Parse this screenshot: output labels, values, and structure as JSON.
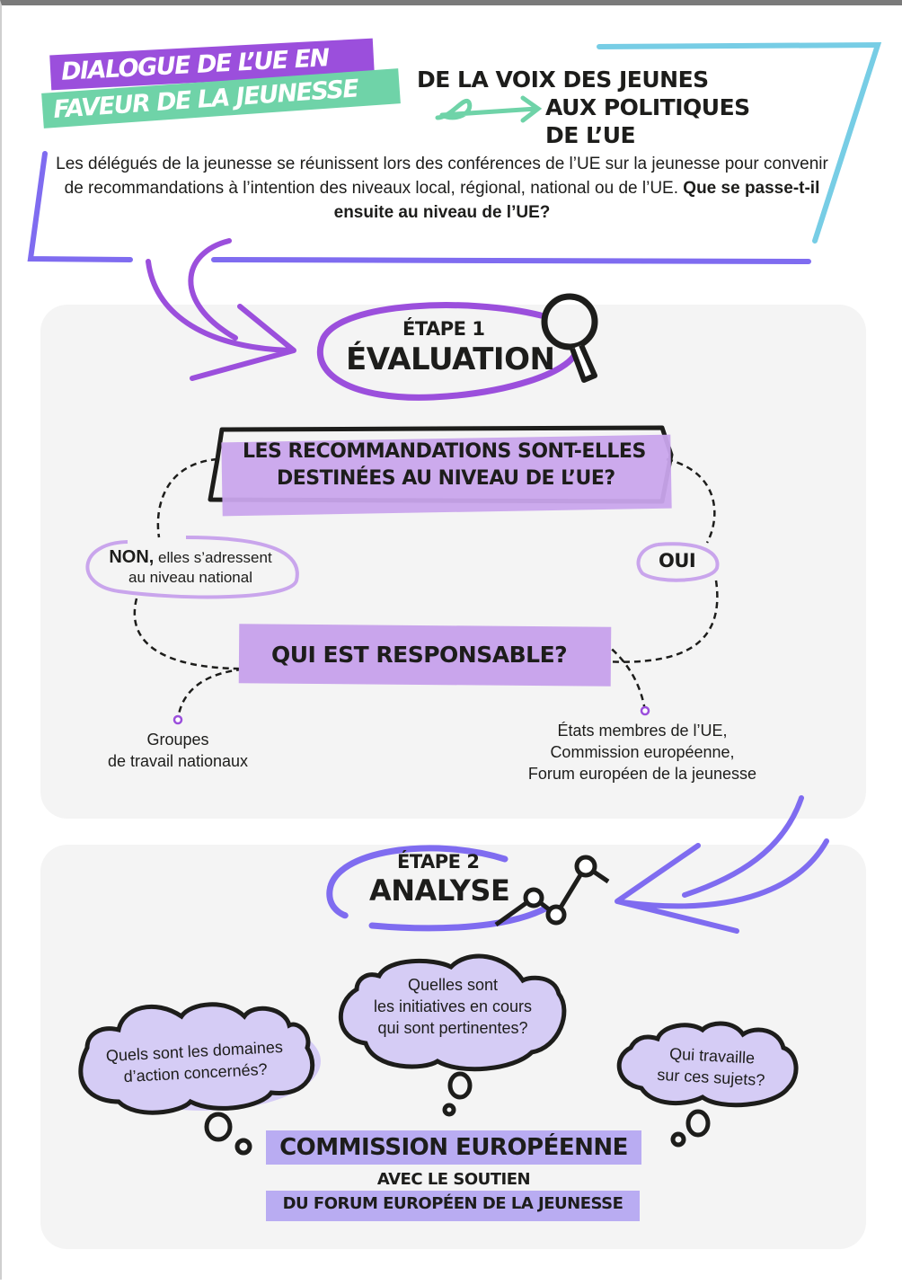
{
  "header": {
    "title_line1": "DIALOGUE DE L’UE EN",
    "title_line2": "FAVEUR DE LA JEUNESSE",
    "subtitle_line1": "DE LA VOIX DES JEUNES",
    "subtitle_line2": "AUX POLITIQUES",
    "subtitle_line3": "DE L’UE",
    "intro_text": "Les délégués de la jeunesse se réunissent lors des conférences de l’UE sur la jeunesse pour convenir de recommandations à l’intention des niveaux local, régional, national ou de l’UE.",
    "intro_question": "Que se passe-t-il ensuite au niveau de l’UE?"
  },
  "step1": {
    "label": "ÉTAPE 1",
    "title": "ÉVALUATION",
    "icon": "magnifier-icon",
    "question_line1": "LES RECOMMANDATIONS SONT-ELLES",
    "question_line2": "DESTINÉES AU NIVEAU DE L’UE?",
    "no_bold": "NON,",
    "no_rest": " elles s’adressent",
    "no_line2": "au niveau national",
    "yes": "OUI",
    "responsible": "QUI EST RESPONSABLE?",
    "left_answer_line1": "Groupes",
    "left_answer_line2": "de travail nationaux",
    "right_answer_line1": "États membres de l’UE,",
    "right_answer_line2": "Commission européenne,",
    "right_answer_line3": "Forum européen de la jeunesse"
  },
  "step2": {
    "label": "ÉTAPE 2",
    "title": "ANALYSE",
    "icon": "line-graph-icon",
    "cloud_left_line1": "Quels sont les domaines",
    "cloud_left_line2": "d’action concernés?",
    "cloud_center_line1": "Quelles sont",
    "cloud_center_line2": "les initiatives en cours",
    "cloud_center_line3": "qui sont pertinentes?",
    "cloud_right_line1": "Qui travaille",
    "cloud_right_line2": "sur ces sujets?",
    "actor": "COMMISSION EUROPÉENNE",
    "support": "AVEC LE SOUTIEN",
    "support_org": "DU FORUM EUROPÉEN DE LA JEUNESSE"
  },
  "colors": {
    "purple": "#9b4fdc",
    "violet": "#7f6cf0",
    "green": "#6fd3a8",
    "cyan": "#77cde5",
    "lilac": "#c9a5ec",
    "panel": "#f4f4f4"
  }
}
